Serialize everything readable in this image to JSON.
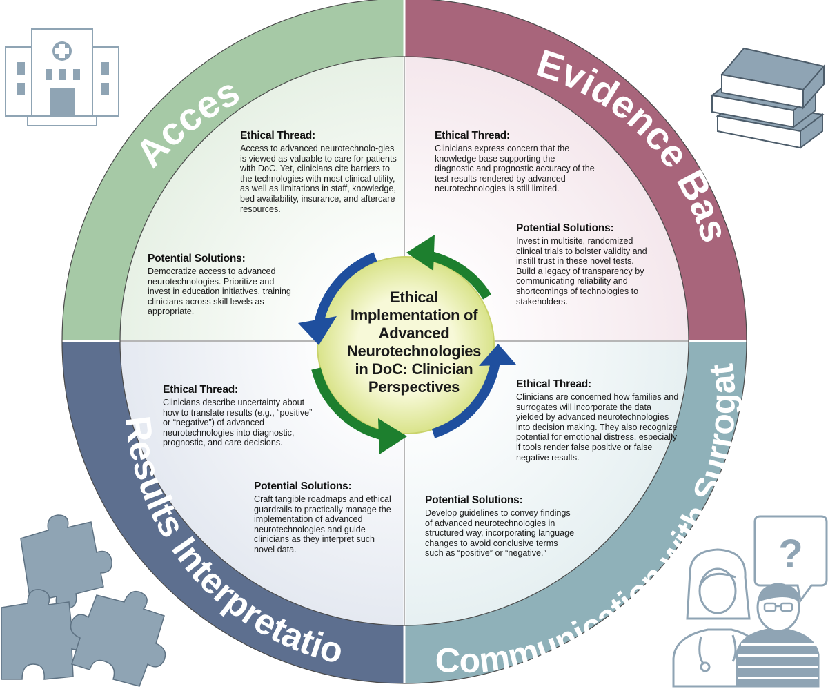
{
  "colors": {
    "access": "#a6c9a6",
    "evidence": "#a8657b",
    "results": "#5d6f8f",
    "communication": "#8fb1b9",
    "arrow_green": "#1d7f2e",
    "arrow_blue": "#1f4f9e",
    "center": "#e6ec9e",
    "icon": "#8fa4b4"
  },
  "domains": {
    "access": "Access",
    "evidence": "Evidence Base",
    "results": "Results Interpretation",
    "communication": "Communication with Surrogates"
  },
  "center_title": "Ethical\nImplementation of\nAdvanced\nNeurotechnologies\nin DoC: Clinician\nPerspectives",
  "quadrants": {
    "access": {
      "thread_heading": "Ethical Thread:",
      "thread_text": "Access to advanced neurotechnolo-gies is viewed as valuable to care for patients with DoC. Yet, clinicians cite barriers to the technologies with most clinical utility, as well as limitations in staff, knowledge, bed availability, insurance, and aftercare resources.",
      "solutions_heading": "Potential Solutions:",
      "solutions_text": "Democratize access to advanced neurotechnologies. Prioritize and invest in education initiatives, training clinicians across skill levels as appropriate."
    },
    "evidence": {
      "thread_heading": "Ethical Thread:",
      "thread_text": "Clinicians express concern that the knowledge base supporting the diagnostic and prognostic accuracy of the test results rendered by advanced neurotechnologies is still limited.",
      "solutions_heading": "Potential Solutions:",
      "solutions_text": "Invest in multisite, randomized clinical trials to bolster validity and instill trust in these novel tests. Build a legacy of transparency by communicating reliability and shortcomings of technologies to stakeholders."
    },
    "results": {
      "thread_heading": "Ethical Thread:",
      "thread_text": "Clinicians describe uncertainty about how to translate results (e.g., “positive” or “negative”) of advanced neurotechnologies into diagnostic, prognostic, and care decisions.",
      "solutions_heading": "Potential Solutions:",
      "solutions_text": "Craft tangible roadmaps and ethical guardrails to practically manage the implementation of advanced neurotechnologies and guide clinicians as they interpret such novel data."
    },
    "communication": {
      "thread_heading": "Ethical Thread:",
      "thread_text": "Clinicians are concerned how families and surrogates will incorporate the data yielded by advanced neurotechnologies into decision making. They also recognize potential for emotional distress, especially if tools render false positive or false negative results.",
      "solutions_heading": "Potential Solutions:",
      "solutions_text": "Develop guidelines to convey findings of advanced neurotechnologies in structured way, incorporating language changes to avoid conclusive terms such as “positive” or “negative.”"
    }
  },
  "icons": {
    "hospital": "hospital-icon",
    "books": "books-icon",
    "puzzle": "puzzle-pieces-icon",
    "people": "clinician-surrogate-icon",
    "question": "?"
  }
}
